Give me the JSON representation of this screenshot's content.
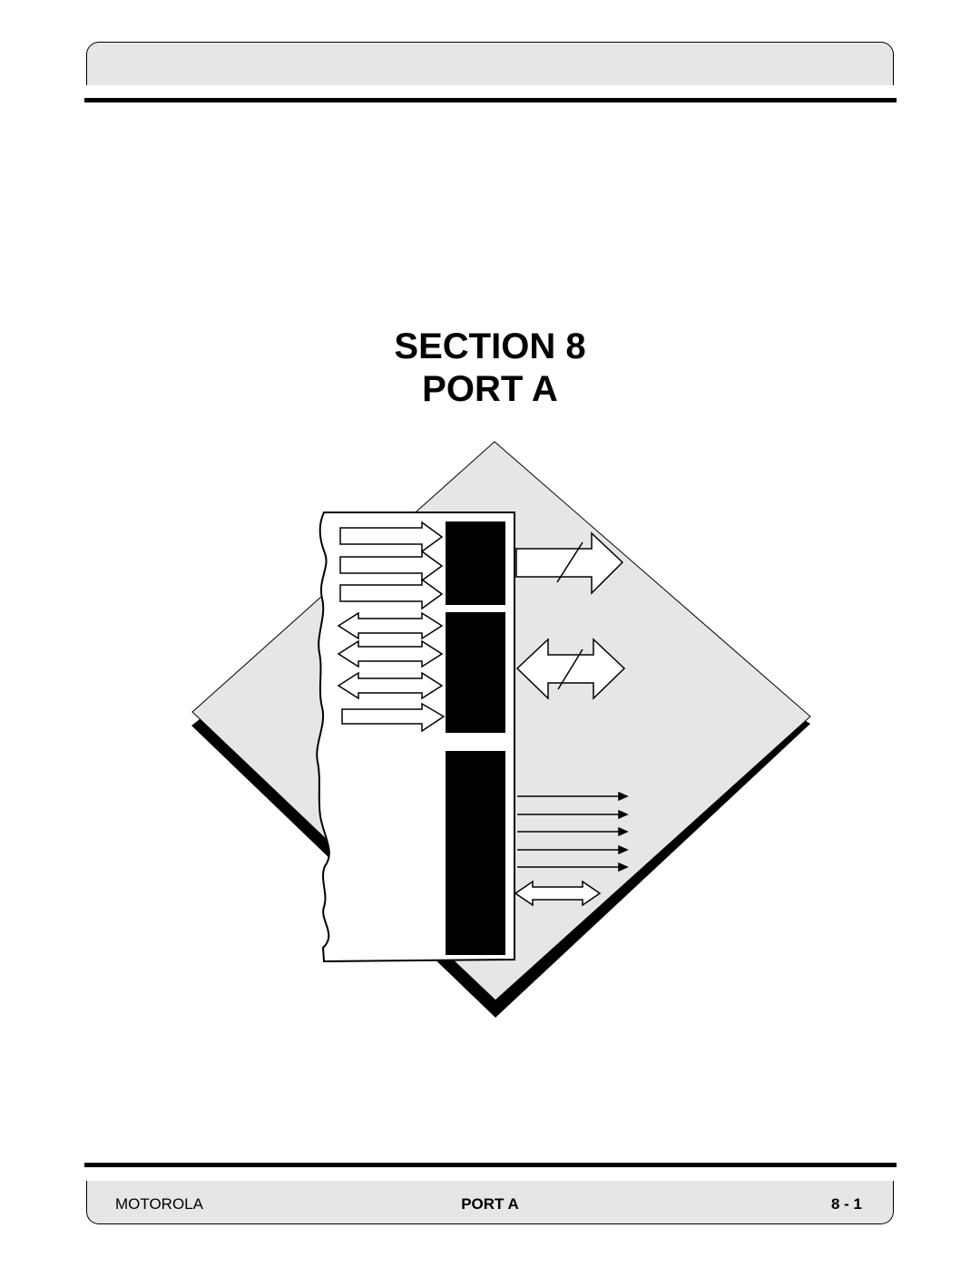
{
  "page": {
    "title_line1": "SECTION 8",
    "title_line2": "PORT A"
  },
  "footer": {
    "left": "MOTOROLA",
    "center": "PORT A",
    "right": "8 - 1"
  },
  "colors": {
    "tab_fill": "#e6e6e6",
    "diamond_fill": "#e6e6e6",
    "ink": "#000000"
  },
  "illustration": {
    "icon": "port-block-diagram-icon"
  }
}
